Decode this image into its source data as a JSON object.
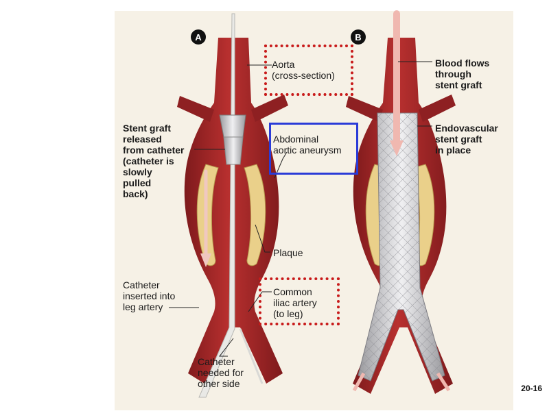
{
  "panels": {
    "a_badge": "A",
    "b_badge": "B"
  },
  "labels": {
    "aorta": "Aorta\n(cross-section)",
    "stent_released": "Stent graft\nreleased\nfrom catheter\n(catheter is\nslowly\npulled\nback)",
    "aneurysm": "Abdominal\naortic aneurysm",
    "plaque": "Plaque",
    "catheter_inserted": "Catheter\ninserted into\nleg artery",
    "common_iliac": "Common\niliac artery\n(to leg)",
    "catheter_needed": "Catheter\nneeded for\nother side",
    "blood_flows": "Blood flows\nthrough\nstent graft",
    "endovascular": "Endovascular\nstent graft\nin place"
  },
  "slide_number": "20-16",
  "colors": {
    "background_panel": "#f6f1e6",
    "artery": "#a8282a",
    "artery_dark": "#7e1a1c",
    "plaque": "#ead08a",
    "stent": "#cfcfd2",
    "highlight_red": "#c81a1a",
    "highlight_blue": "#2a3bd8"
  }
}
